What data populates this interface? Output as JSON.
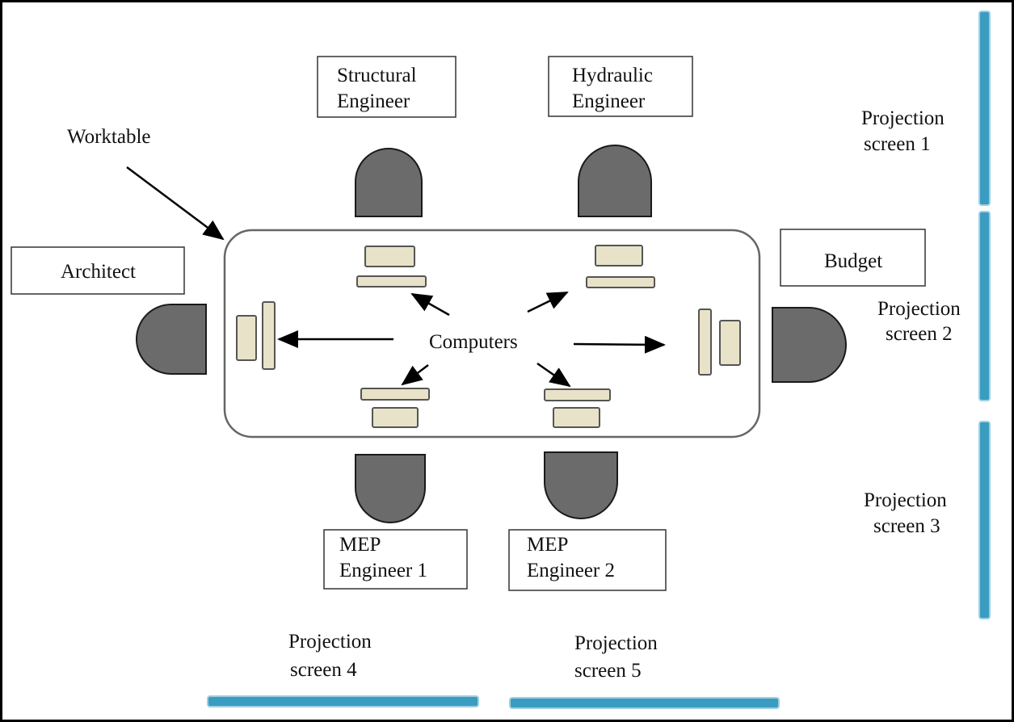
{
  "colors": {
    "chair": "#6b6b6b",
    "chair_stroke": "#1a1a1a",
    "monitor": "#e8e2c8",
    "monitor_stroke": "#555555",
    "screen": "#3a9cc0",
    "screen_edge": "#9fd0e2",
    "table_stroke": "#666666"
  },
  "labels": {
    "worktable": "Worktable",
    "computers": "Computers",
    "structural": [
      "Structural",
      "Engineer"
    ],
    "hydraulic": [
      "Hydraulic",
      "Engineer"
    ],
    "architect": "Architect",
    "budget": "Budget",
    "mep1": [
      "MEP",
      "Engineer 1"
    ],
    "mep2": [
      "MEP",
      "Engineer 2"
    ],
    "screen1": [
      "Projection",
      "screen 1"
    ],
    "screen2": [
      "Projection",
      "screen 2"
    ],
    "screen3": [
      "Projection",
      "screen 3"
    ],
    "screen4": [
      "Projection",
      "screen 4"
    ],
    "screen5": [
      "Projection",
      "screen 5"
    ]
  }
}
